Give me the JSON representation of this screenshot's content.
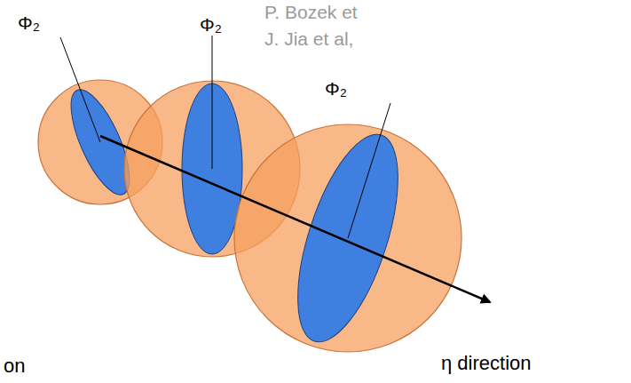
{
  "diagram": {
    "labels": [
      "P. Bozek et",
      "J. Jia et al,",
      "Φ₂",
      "Φ₂",
      "Φ₂",
      "on",
      "η direction"
    ]
  }
}
